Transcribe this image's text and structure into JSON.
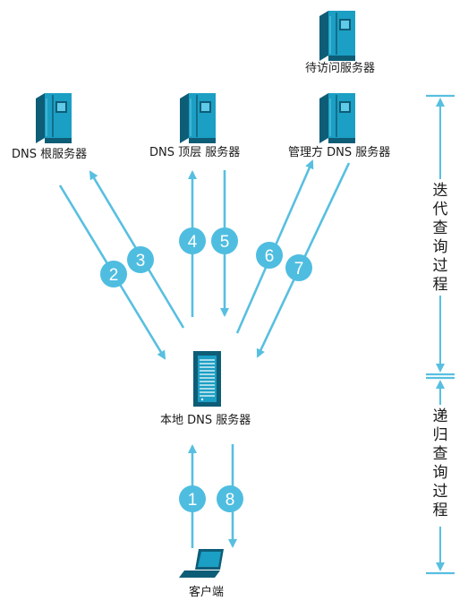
{
  "servers": {
    "target": "待访问服务器",
    "root": "DNS 根服务器",
    "tld": "DNS 顶层 服务器",
    "authoritative": "管理方 DNS 服务器",
    "local": "本地 DNS 服务器",
    "client": "客户端"
  },
  "steps": [
    "1",
    "2",
    "3",
    "4",
    "5",
    "6",
    "7",
    "8"
  ],
  "brackets": {
    "iterative": "迭代查询过程",
    "recursive": "递归查询过程"
  },
  "colors": {
    "arrow": "#58bfe0",
    "badge": "#4fbde0",
    "server_teal": "#1c9fc4",
    "server_dark": "#0e5d77"
  }
}
